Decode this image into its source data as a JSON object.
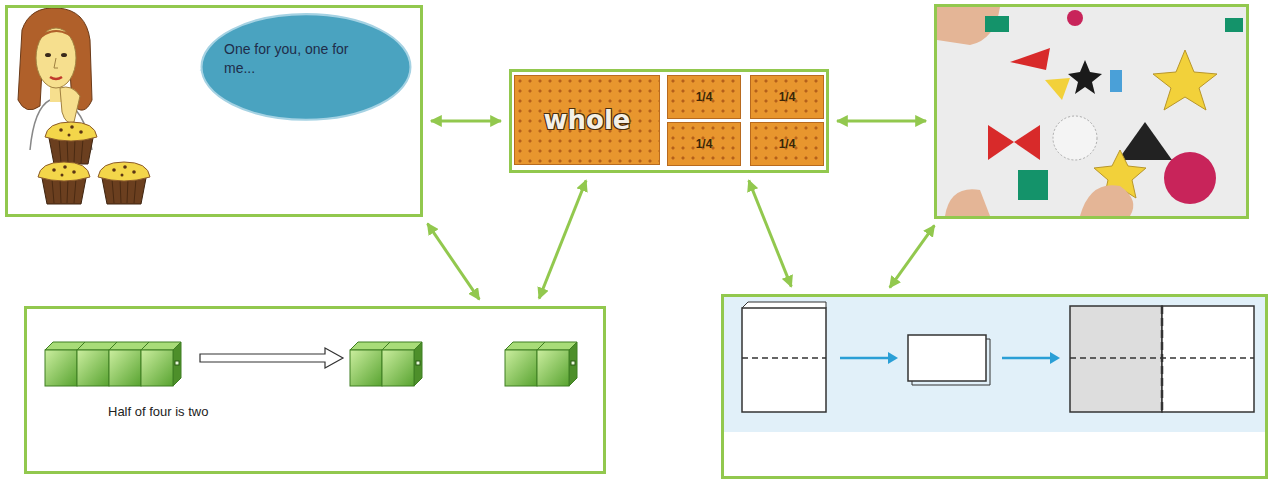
{
  "diagram": {
    "nodes": [
      {
        "text": []
      },
      {
        "text": [
          "One for you, one for me..."
        ],
        "in": 0
      },
      {
        "text": []
      },
      {
        "text": [
          "whole"
        ],
        "in": 2
      },
      {
        "text": [
          "1/4"
        ],
        "in": 2
      },
      {
        "text": [
          "1/4"
        ],
        "in": 2
      },
      {
        "text": [
          "1/4"
        ],
        "in": 2
      },
      {
        "text": [
          "1/4"
        ],
        "in": 2
      },
      {
        "text": []
      },
      {
        "text": [
          "Half of four is two"
        ]
      },
      {
        "text": []
      }
    ],
    "edges": [
      {
        "from": 0,
        "to": 2,
        "arrow": "both"
      },
      {
        "from": 2,
        "to": 8,
        "arrow": "both"
      },
      {
        "from": 0,
        "to": 9,
        "arrow": "both"
      },
      {
        "from": 2,
        "to": 9,
        "arrow": "both"
      },
      {
        "from": 2,
        "to": 10,
        "arrow": "both"
      },
      {
        "from": 8,
        "to": 10,
        "arrow": "both"
      }
    ]
  }
}
